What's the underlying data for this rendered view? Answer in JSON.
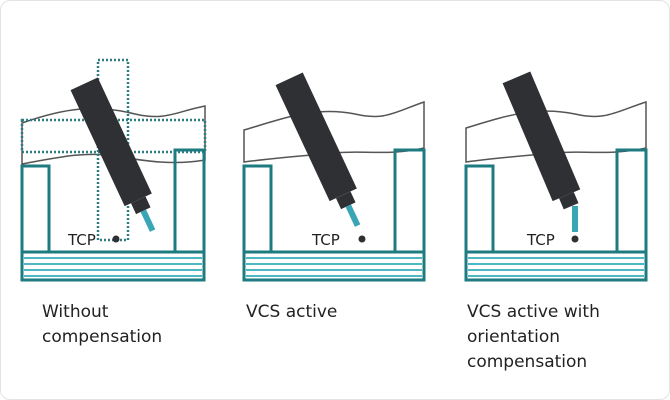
{
  "colors": {
    "teal": "#1e7b82",
    "stripe": "#4fb7c4",
    "robot_arm": "#2e3033",
    "tool_tip": "#3aa6b5",
    "outline": "#555555",
    "dotted": "#2b7d82"
  },
  "panels": [
    {
      "id": "without-compensation",
      "tcp_label": "TCP",
      "caption_lines": [
        "Without",
        "compensation"
      ]
    },
    {
      "id": "vcs-active",
      "tcp_label": "TCP",
      "caption_lines": [
        "VCS active"
      ]
    },
    {
      "id": "vcs-orientation",
      "tcp_label": "TCP",
      "caption_lines": [
        "VCS active with",
        "orientation",
        "compensation"
      ]
    }
  ]
}
